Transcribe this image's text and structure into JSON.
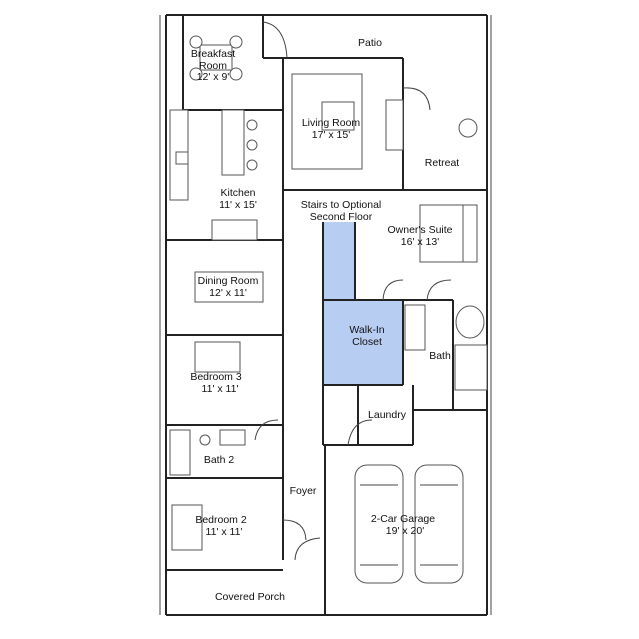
{
  "highlight_color": "#b8cdf2",
  "rooms": {
    "patio": {
      "name": "Patio"
    },
    "breakfast": {
      "name": "Breakfast",
      "name2": "Room",
      "dim": "12' x 9'"
    },
    "living": {
      "name": "Living Room",
      "dim": "17' x 15'"
    },
    "retreat": {
      "name": "Retreat"
    },
    "kitchen": {
      "name": "Kitchen",
      "dim": "11' x 15'"
    },
    "stairs": {
      "name": "Stairs to Optional",
      "name2": "Second Floor"
    },
    "owners_suite": {
      "name": "Owner's Suite",
      "dim": "16' x 13'"
    },
    "dining": {
      "name": "Dining Room",
      "dim": "12' x 11'"
    },
    "walkin": {
      "name": "Walk-In",
      "name2": "Closet"
    },
    "bath": {
      "name": "Bath"
    },
    "bedroom3": {
      "name": "Bedroom 3",
      "dim": "11' x 11'"
    },
    "laundry": {
      "name": "Laundry"
    },
    "bath2": {
      "name": "Bath 2"
    },
    "foyer": {
      "name": "Foyer"
    },
    "bedroom2": {
      "name": "Bedroom 2",
      "dim": "11' x 11'"
    },
    "garage": {
      "name": "2-Car Garage",
      "dim": "19' x 20'"
    },
    "porch": {
      "name": "Covered Porch"
    }
  }
}
